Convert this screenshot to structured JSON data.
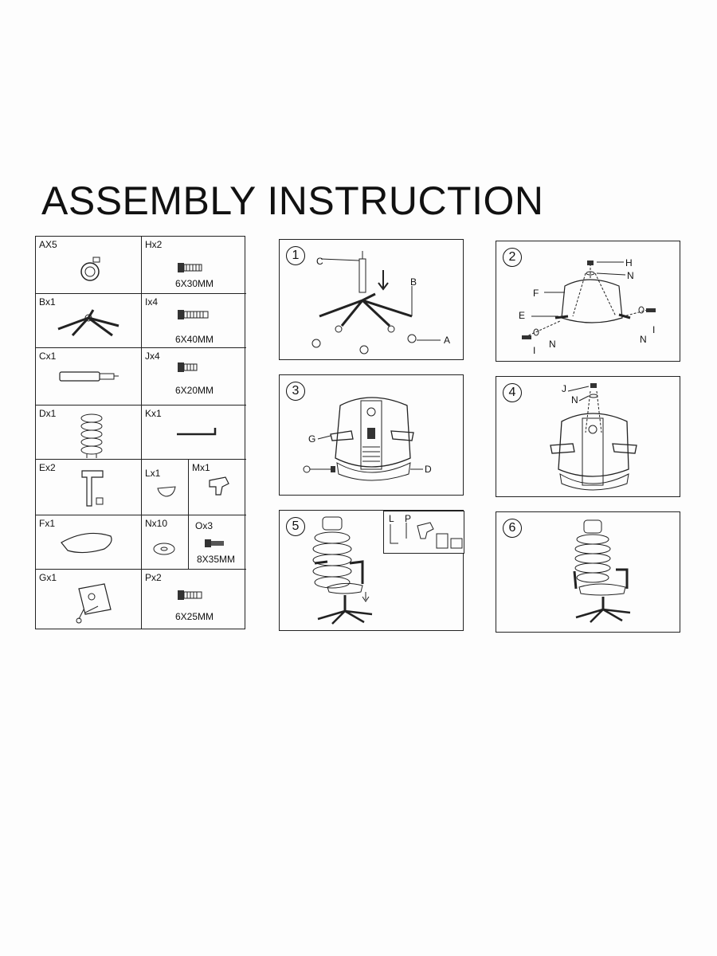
{
  "title": "ASSEMBLY INSTRUCTION",
  "parts": [
    {
      "label": "AX5",
      "size": ""
    },
    {
      "label": "Hx2",
      "size": "6X30MM"
    },
    {
      "label": "Bx1",
      "size": ""
    },
    {
      "label": "Ix4",
      "size": "6X40MM"
    },
    {
      "label": "Cx1",
      "size": ""
    },
    {
      "label": "Jx4",
      "size": "6X20MM"
    },
    {
      "label": "Dx1",
      "size": ""
    },
    {
      "label": "Kx1",
      "size": ""
    },
    {
      "label": "Ex2",
      "size": ""
    },
    {
      "label": "Lx1",
      "size": ""
    },
    {
      "label": "Mx1",
      "size": ""
    },
    {
      "label": "Fx1",
      "size": ""
    },
    {
      "label": "Nx10",
      "size": ""
    },
    {
      "label": "Ox3",
      "size": "8X35MM"
    },
    {
      "label": "Gx1",
      "size": ""
    },
    {
      "label": "Px2",
      "size": "6X25MM"
    }
  ],
  "steps": [
    {
      "number": "1",
      "callouts": [
        "C",
        "B",
        "A"
      ]
    },
    {
      "number": "2",
      "callouts": [
        "H",
        "N",
        "F",
        "E",
        "I",
        "N",
        "N",
        "I"
      ]
    },
    {
      "number": "3",
      "callouts": [
        "G",
        "D"
      ]
    },
    {
      "number": "4",
      "callouts": [
        "J",
        "N"
      ]
    },
    {
      "number": "5",
      "callouts": [
        "L",
        "P"
      ]
    },
    {
      "number": "6",
      "callouts": []
    }
  ]
}
